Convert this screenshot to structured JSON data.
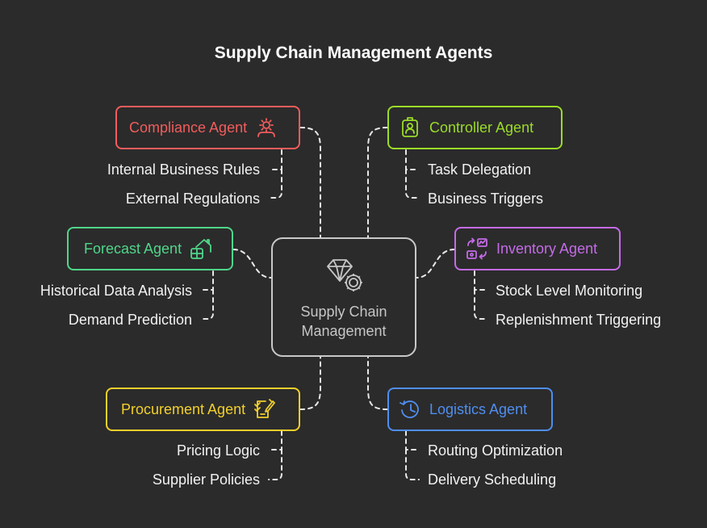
{
  "title": "Supply Chain Management Agents",
  "center": {
    "line1": "Supply Chain",
    "line2": "Management",
    "icon": "diamond-gear-icon",
    "color": "#c8c8c8"
  },
  "agents": {
    "compliance": {
      "label": "Compliance Agent",
      "icon": "team-gear-icon",
      "color": "#f25c5c",
      "items": [
        "Internal Business Rules",
        "External Regulations"
      ]
    },
    "controller": {
      "label": "Controller Agent",
      "icon": "badge-person-icon",
      "color": "#9bdc28",
      "items": [
        "Task Delegation",
        "Business Triggers"
      ]
    },
    "forecast": {
      "label": "Forecast Agent",
      "icon": "house-calculator-icon",
      "color": "#4fd68a",
      "items": [
        "Historical Data Analysis",
        "Demand Prediction"
      ]
    },
    "inventory": {
      "label": "Inventory Agent",
      "icon": "monitor-arrows-icon",
      "color": "#c46be8",
      "items": [
        "Stock Level Monitoring",
        "Replenishment Triggering"
      ]
    },
    "procurement": {
      "label": "Procurement Agent",
      "icon": "checklist-pen-icon",
      "color": "#f2d02b",
      "items": [
        "Pricing Logic",
        "Supplier Policies"
      ]
    },
    "logistics": {
      "label": "Logistics Agent",
      "icon": "clock-refresh-icon",
      "color": "#4f8ef0",
      "items": [
        "Routing Optimization",
        "Delivery Scheduling"
      ]
    }
  }
}
